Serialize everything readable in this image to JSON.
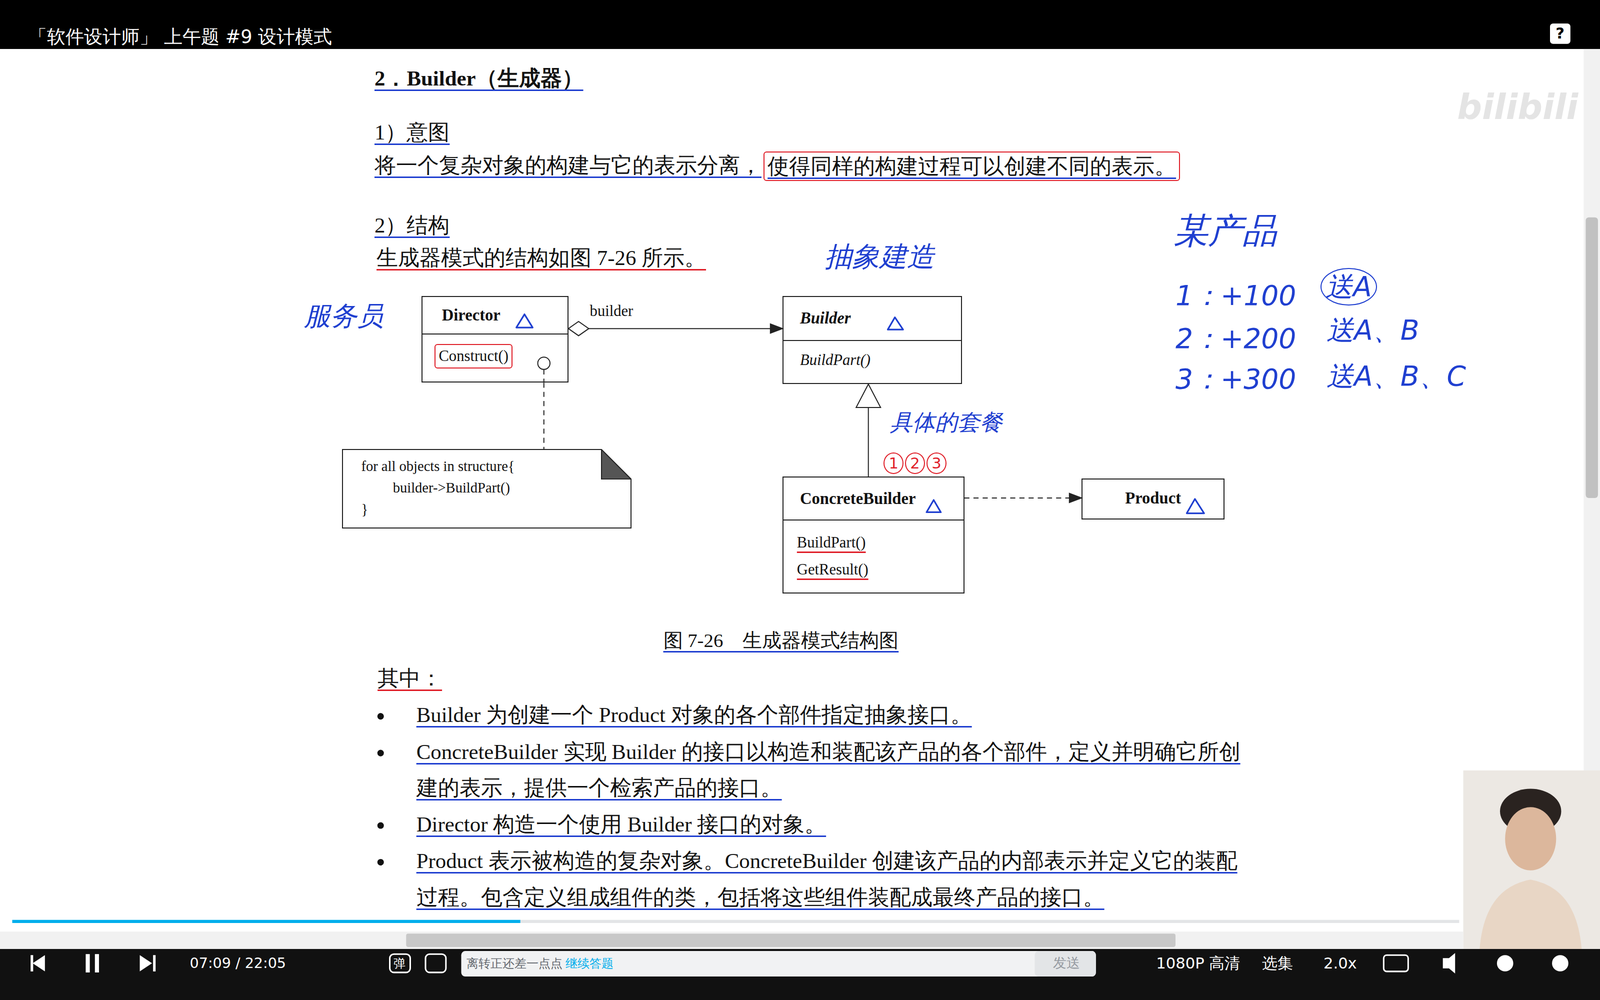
{
  "diagram": {
    "title": "2．Builder（生成器）",
    "caption": "图 7-26　生成器模式结构图",
    "nodes": [
      {
        "text": [
          "Director",
          "Construct()"
        ]
      },
      {
        "text": [
          "Builder",
          "BuildPart()"
        ]
      },
      {
        "text": [
          "for all objects in structure{",
          "builder->BuildPart()",
          "}"
        ]
      },
      {
        "text": [
          "ConcreteBuilder",
          "BuildPart()",
          "GetResult()"
        ]
      },
      {
        "text": [
          "Product"
        ]
      }
    ],
    "edges": [
      {
        "from": 0,
        "to": 1,
        "arrow": "to",
        "label": "builder"
      },
      {
        "from": 3,
        "to": 1,
        "arrow": "to"
      },
      {
        "from": 3,
        "to": 4,
        "arrow": "to"
      },
      {
        "from": 0,
        "to": 2,
        "arrow": "none"
      }
    ],
    "labels": [
      "「软件设计师」 上午题 #9 设计模式",
      "?",
      "bilibili",
      "1）意图",
      "将一个复杂对象的构建与它的表示分离，",
      "使得同样的构建过程可以创建不同的表示。",
      "2）结构",
      "生成器模式的结构如图 7-26 所示。",
      "服务员",
      "抽象建造",
      "具体的套餐",
      "1",
      "2",
      "3",
      "某产品",
      "1：+100",
      "送A",
      "2：+200",
      "送A、B",
      "3：+300",
      "送A、B、C",
      "其中：",
      "Builder 为创建一个 Product 对象的各个部件指定抽象接口。",
      "ConcreteBuilder 实现 Builder 的接口以构造和装配该产品的各个部件，定义并明确它所创建的表示，提供一个检索产品的接口。",
      "Director 构造一个使用 Builder 接口的对象。",
      "Product 表示被构造的复杂对象。ConcreteBuilder 创建该产品的内部表示并定义它的装配过程。包含定义组成组件的类，包括将这些组件装配成最终产品的接口。",
      "弹",
      "07:09 / 22:05",
      "离转正还差一点点",
      "继续答题",
      "发送",
      "1080P 高清",
      "选集",
      "2.0x"
    ]
  }
}
